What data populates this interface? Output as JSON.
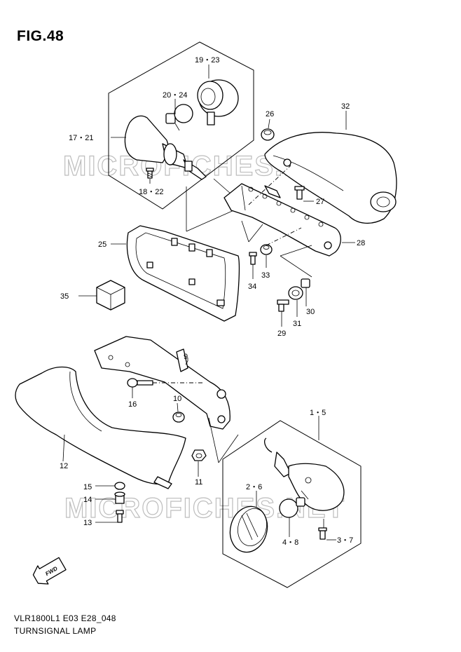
{
  "figure": {
    "title": "FIG.48",
    "model_code": "VLR1800L1 E03 E28_048",
    "caption": "TURNSIGNAL LAMP"
  },
  "watermark": {
    "text": "MICROFICHES.NET"
  },
  "arrow": {
    "label": "FWD"
  },
  "callouts": {
    "p19_23": "19・23",
    "p20_24": "20・24",
    "p17_21": "17・21",
    "p18_22": "18・22",
    "p26": "26",
    "p32": "32",
    "p27": "27",
    "p28": "28",
    "p25": "25",
    "p33": "33",
    "p34": "34",
    "p30": "30",
    "p29": "29",
    "p31": "31",
    "p35": "35",
    "p9": "9",
    "p16": "16",
    "p10": "10",
    "p12": "12",
    "p11": "11",
    "p1_5": "1・5",
    "p2_6": "2・6",
    "p15": "15",
    "p14": "14",
    "p13": "13",
    "p4_8": "4・8",
    "p3_7": "3・7"
  }
}
